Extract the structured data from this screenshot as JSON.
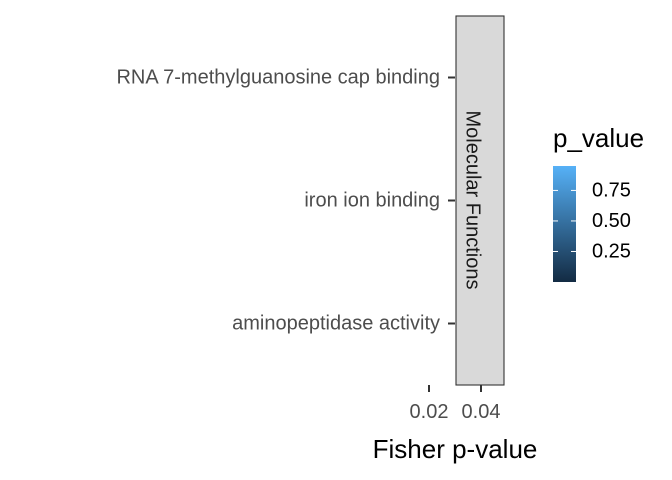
{
  "chart_data": {
    "type": "bar",
    "orientation": "horizontal",
    "title": "",
    "xlabel": "Fisher p-value",
    "ylabel": "",
    "categories": [
      "RNA 7-methylguanosine cap binding",
      "iron ion binding",
      "aminopeptidase activity"
    ],
    "facet": "Molecular Functions",
    "x_tick_labels": [
      "0.02",
      "0.04"
    ],
    "legend": {
      "title": "p_value",
      "type": "colorbar",
      "placement": "right",
      "ticks": [
        "0.75",
        "0.50",
        "0.25"
      ],
      "tick_values": [
        0.75,
        0.5,
        0.25
      ],
      "range": [
        0.0,
        0.95
      ],
      "color_low": "#132B43",
      "color_high": "#56B1F7"
    },
    "grid": false
  },
  "colors": {
    "strip_fill": "#d9d9d9",
    "strip_border": "#333333",
    "axis_tick": "#333333"
  }
}
